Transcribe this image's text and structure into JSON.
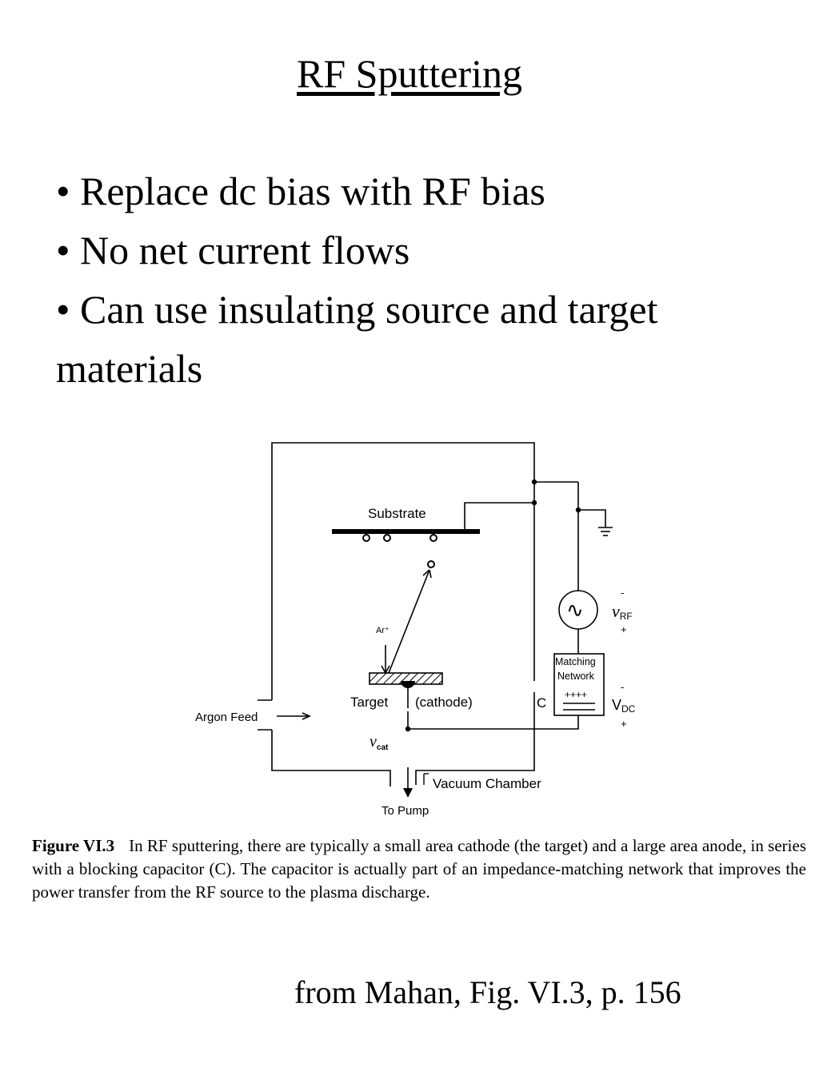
{
  "slide": {
    "title": "RF Sputtering",
    "bullets": [
      "• Replace dc bias with RF bias",
      "• No net current flows",
      "• Can use insulating source and target materials"
    ],
    "source_note": "from Mahan, Fig. VI.3, p. 156"
  },
  "diagram": {
    "substrate_label": "Substrate",
    "ion_label": "Ar⁺",
    "target_label": "Target",
    "cathode_label": "(cathode)",
    "argon_feed_label": "Argon Feed",
    "vcat_main": "v",
    "vcat_sub": "cat",
    "vacuum_chamber_label": "Vacuum Chamber",
    "to_pump_label": "To Pump",
    "capacitor_label": "C",
    "matching_network_line1": "Matching",
    "matching_network_line2": "Network",
    "plus_charges": "++++",
    "minus_charges": "- - - -",
    "vrf_main": "v",
    "vrf_sub": "RF",
    "vdc_main": "V",
    "vdc_sub": "DC",
    "minus_sign": "-",
    "plus_sign": "+",
    "rf_source_symbol": "∿"
  },
  "caption": {
    "figure_label": "Figure VI.3",
    "text": "In RF sputtering, there are typically a small area cathode (the target) and a large area anode, in series with a blocking capacitor (C). The capacitor is actually part of an impedance-matching network that improves the power transfer from the RF source to the plasma discharge."
  }
}
